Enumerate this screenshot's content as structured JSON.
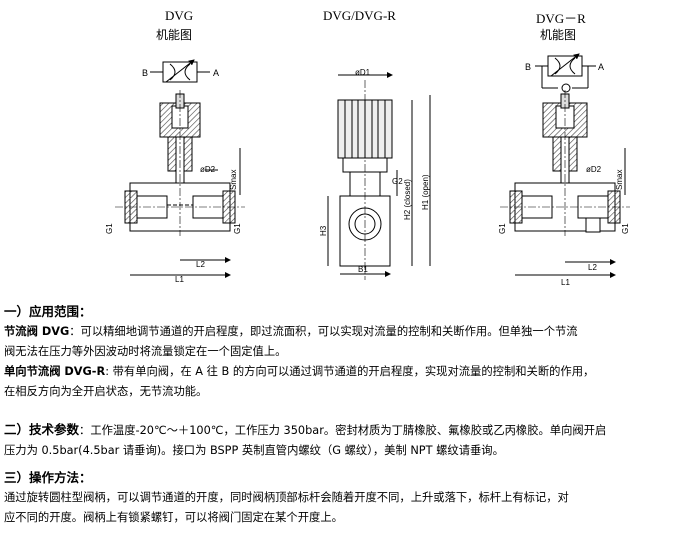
{
  "figure": {
    "dvg": {
      "title": "DVG",
      "subtitle": "机能图"
    },
    "dvgr_center": {
      "title": "DVG/DVG-R"
    },
    "dvgr": {
      "title": "DVG－R",
      "subtitle": "机能图"
    },
    "symbol_labels": {
      "b": "B",
      "a": "A",
      "b2": "B",
      "a2": "A"
    },
    "dims": {
      "d2_left": "øD2",
      "smax_left": "Smax",
      "g1_left": "G1",
      "g1_left_r": "G1",
      "l1_left": "L1",
      "l2_left": "L2",
      "d1": "øD1",
      "g2": "G2",
      "h1": "H1 (open)",
      "h2": "H2 (closed)",
      "h3": "H3",
      "b1": "B1",
      "d2_right": "øD2",
      "smax_right": "Smax",
      "g1_right": "G1",
      "g1_right_r": "G1",
      "l1_right": "L1",
      "l2_right": "L2"
    }
  },
  "section1": {
    "heading": "一）应用范围：",
    "p1_term": "节流阀 DVG",
    "p1_line1": "：可以精细地调节通道的开启程度，即过流面积，可以实现对流量的控制和关断作用。但单独一个节流",
    "p1_line2": "阀无法在压力等外因波动时将流量锁定在一个固定值上。",
    "p2_term": "单向节流阀 DVG-R",
    "p2_line1": ": 带有单向阀，在 A 往 B 的方向可以通过调节通道的开启程度，实现对流量的控制和关断的作用，",
    "p2_line2": "在相反方向为全开启状态，无节流功能。"
  },
  "section2": {
    "heading": "二）技术参数",
    "line1": "：工作温度-20℃～＋100℃，工作压力 350bar。密封材质为丁腈橡胶、氟橡胶或乙丙橡胶。单向阀开启",
    "line2": "压力为 0.5bar(4.5bar 请垂询)。接口为 BSPP 英制直管内螺纹（G 螺纹），美制 NPT 螺纹请垂询。"
  },
  "section3": {
    "heading": "三）操作方法：",
    "line1": "通过旋转圆柱型阀柄，可以调节通道的开度，同时阀柄顶部标杆会随着开度不同，上升或落下，标杆上有标记，对",
    "line2": "应不同的开度。阀柄上有锁紧螺钉，可以将阀门固定在某个开度上。"
  }
}
